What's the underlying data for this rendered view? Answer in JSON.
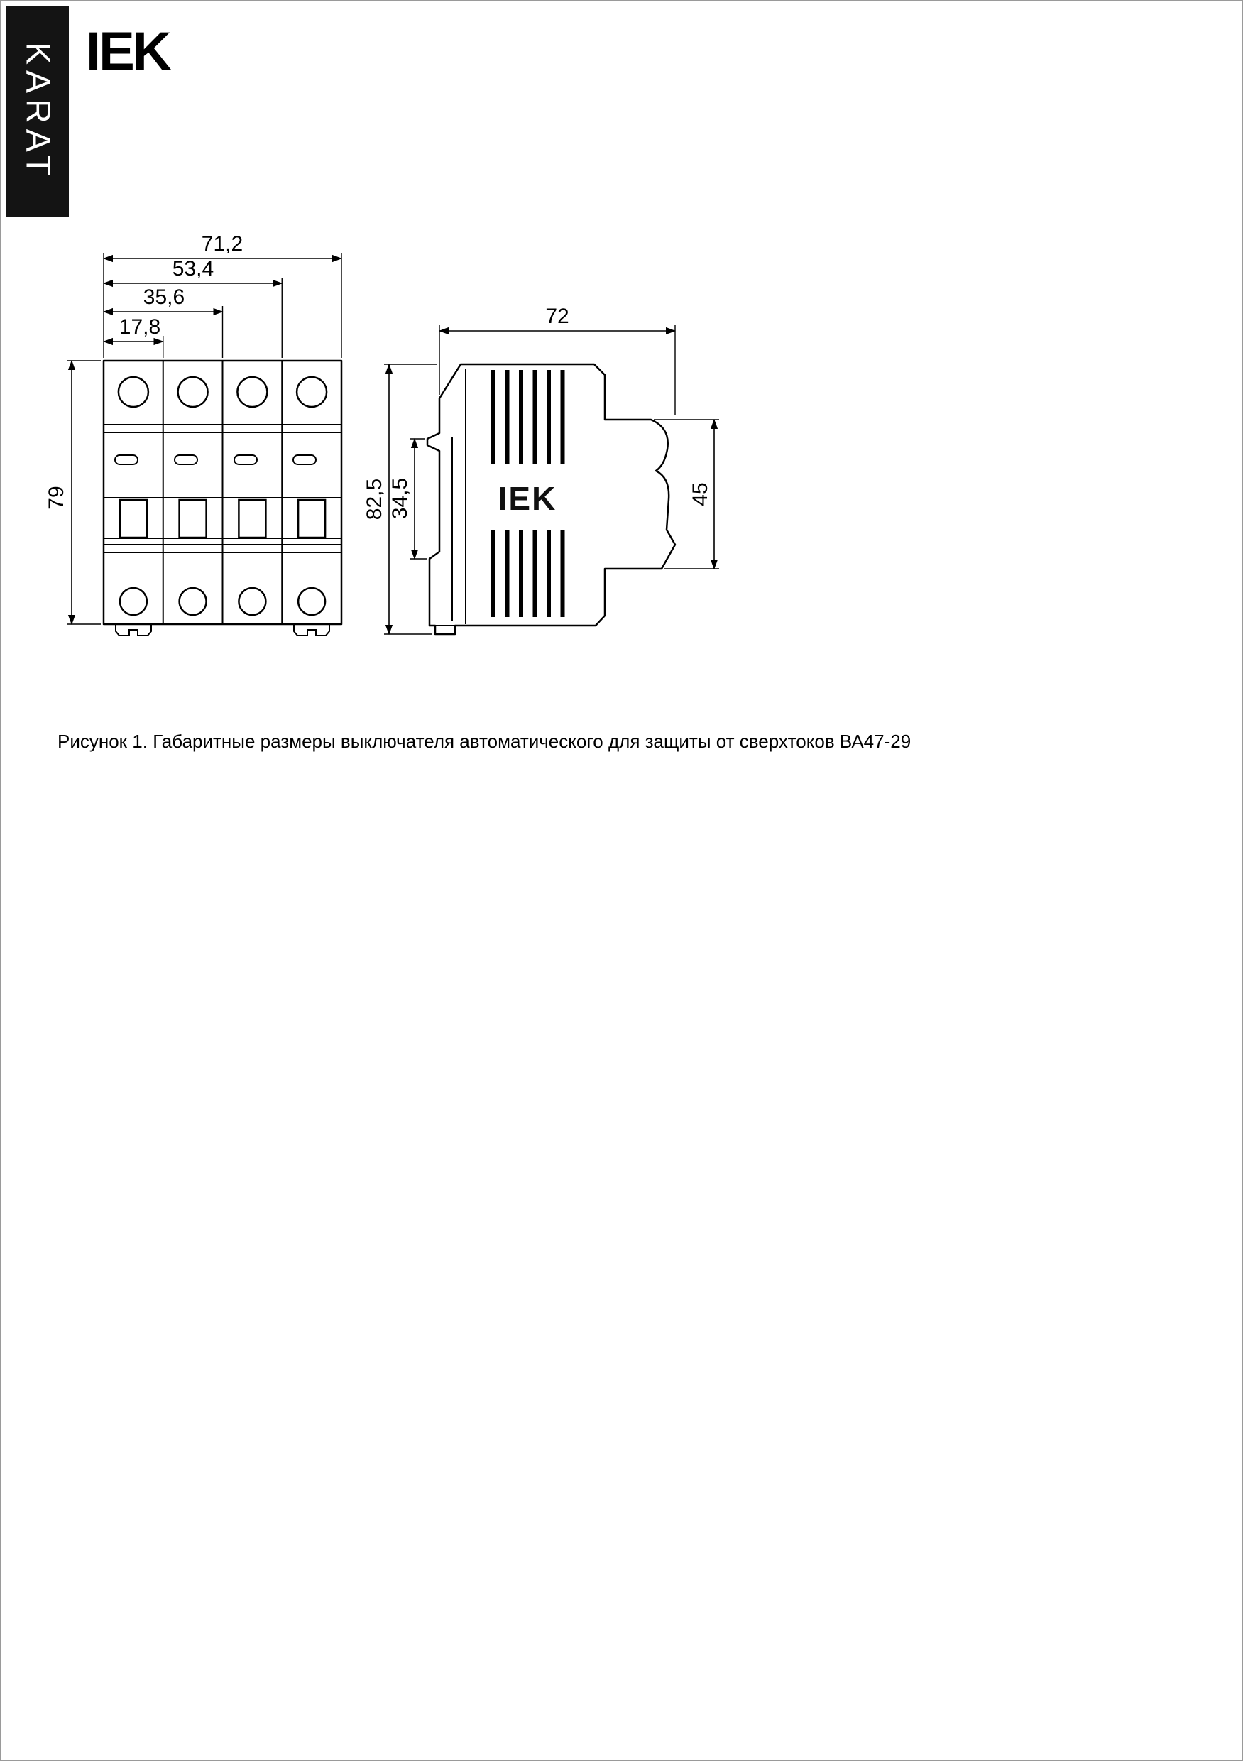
{
  "brand": {
    "series_label": "KARAT",
    "logo_text": "IEK"
  },
  "drawing": {
    "front_view": {
      "dims": {
        "total_width": "71,2",
        "width_3_modules": "53,4",
        "width_2_modules": "35,6",
        "width_1_module": "17,8",
        "height": "79"
      }
    },
    "side_view": {
      "logo_text": "IEK",
      "dims": {
        "depth": "72",
        "height_total": "82,5",
        "din_zone": "34,5",
        "terminal_zone": "45"
      }
    }
  },
  "caption": "Рисунок 1. Габаритные размеры выключателя автоматического для защиты от сверхтоков ВА47-29"
}
